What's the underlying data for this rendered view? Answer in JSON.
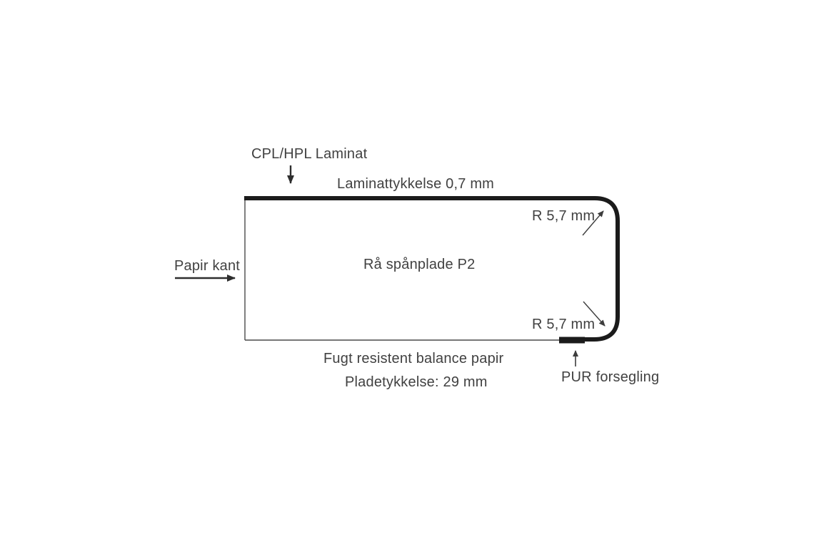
{
  "diagram": {
    "description": "Cross-section of laminated worktop edge",
    "labels": {
      "top_layer": "CPL/HPL Laminat",
      "laminate_thickness": "Laminattykkelse 0,7 mm",
      "radius_top": "R 5,7 mm",
      "paper_edge": "Papir kant",
      "core": "Rå spånplade P2",
      "radius_bottom": "R 5,7 mm",
      "balance_paper": "Fugt resistent balance papir",
      "board_thickness": "Pladetykkelse: 29 mm",
      "pur_seal": "PUR forsegling"
    },
    "dimensions": {
      "laminate_thickness_mm": "0,7",
      "edge_radius_mm": "5,7",
      "board_thickness_mm": "29"
    },
    "colors": {
      "outline_thick": "#1b1b1b",
      "outline_thin": "#4a4a4a",
      "arrow": "#3d3d3d",
      "text": "#414141",
      "background": "#ffffff"
    }
  }
}
